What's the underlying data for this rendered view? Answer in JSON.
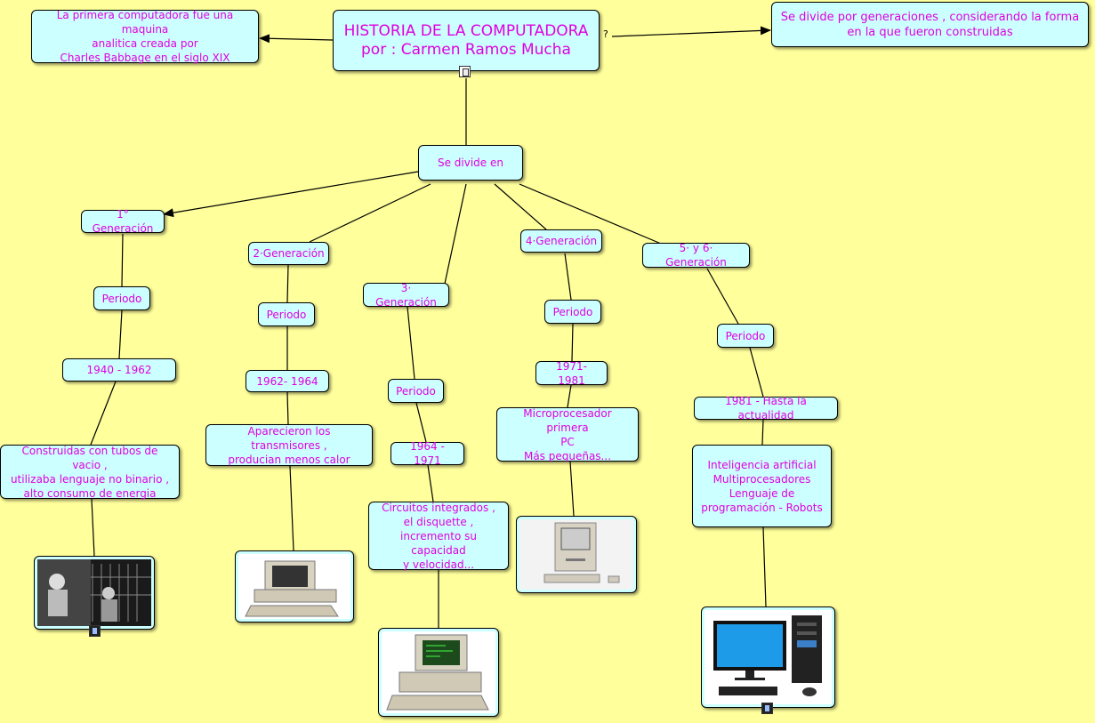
{
  "nodes": {
    "title": "HISTORIA DE LA COMPUTADORA\npor : Carmen Ramos Mucha",
    "babbage": "La primera computadora fue una maquina\nanalitica creada por\nCharles Babbage en el siglo XIX",
    "generaciones_info": "Se divide por generaciones , considerando la forma\nen la que fueron construidas",
    "se_divide": "Se divide en",
    "gen1": "1° Generación",
    "gen2": "2·Generación",
    "gen3": "3· Generación",
    "gen4": "4·Generación",
    "gen56": "5· y 6· Generación",
    "periodo1": "Periodo",
    "periodo2": "Periodo",
    "periodo3": "Periodo",
    "periodo4": "Periodo",
    "periodo56": "Periodo",
    "fecha1": "1940 - 1962",
    "fecha2": "1962- 1964",
    "fecha3": "1964 - 1971",
    "fecha4": "1971- 1981",
    "fecha56": "1981 - Hasta la actualidad",
    "desc1": "Construidas con tubos de vacio ,\nutilizaba lenguaje no binario ,\nalto consumo de energia",
    "desc2": "Aparecieron los transmisores ,\nproducian menos calor",
    "desc3": "Circuitos integrados ,\nel disquette ,\nincremento su capacidad\ny velocidad...",
    "desc4": "Microprocesador primera\nPC\nMás pequeñas...",
    "desc56": "Inteligencia artificial\nMultiprocesadores\nLenguaje de\nprogramación -  Robots"
  },
  "link_label": "?",
  "images": {
    "img1": "photo-vacuum-tube-computer",
    "img2": "photo-transistor-pc",
    "img3": "photo-integrated-circuit-pc",
    "img4": "photo-macintosh",
    "img56": "photo-modern-desktop"
  },
  "colors": {
    "background": "#ffff9c",
    "node_fill": "#ccffff",
    "text": "#e000e0"
  }
}
